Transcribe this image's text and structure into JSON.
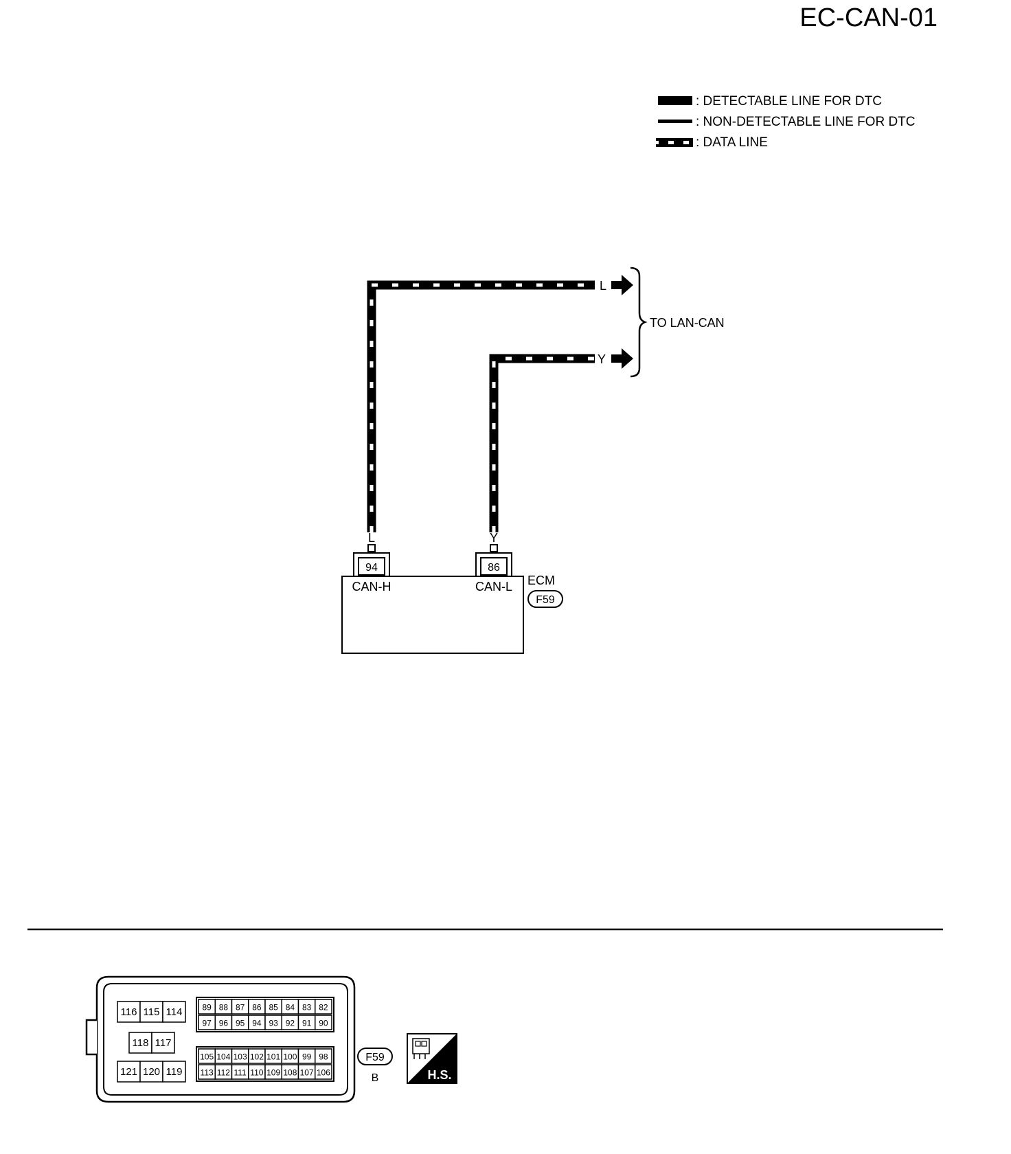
{
  "page_id": "EC-CAN-01",
  "legend": {
    "detectable": ": DETECTABLE LINE FOR DTC",
    "non_detectable": ": NON-DETECTABLE LINE FOR DTC",
    "data_line": ": DATA LINE"
  },
  "wires": {
    "can_h_color": "L",
    "can_l_color": "Y",
    "destination": "TO LAN-CAN"
  },
  "ecm": {
    "name": "ECM",
    "connector": "F59",
    "pin_can_h": "94",
    "pin_can_l": "86",
    "label_can_h": "CAN-H",
    "label_can_l": "CAN-L"
  },
  "connector_face": {
    "id": "F59",
    "color": "B",
    "badge": "H.S.",
    "left_top": [
      "116",
      "115",
      "114"
    ],
    "left_mid": [
      "118",
      "117"
    ],
    "left_bottom": [
      "121",
      "120",
      "119"
    ],
    "upper_row1": [
      "89",
      "88",
      "87",
      "86",
      "85",
      "84",
      "83",
      "82"
    ],
    "upper_row2": [
      "97",
      "96",
      "95",
      "94",
      "93",
      "92",
      "91",
      "90"
    ],
    "lower_row1": [
      "105",
      "104",
      "103",
      "102",
      "101",
      "100",
      "99",
      "98"
    ],
    "lower_row2": [
      "113",
      "112",
      "111",
      "110",
      "109",
      "108",
      "107",
      "106"
    ]
  }
}
